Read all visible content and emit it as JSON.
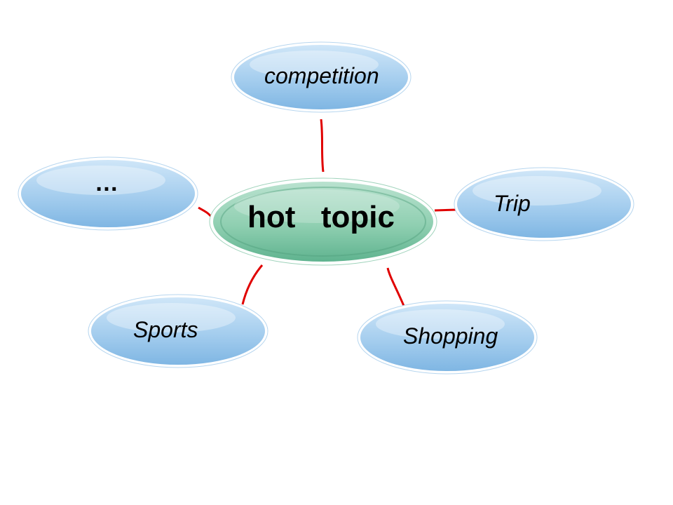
{
  "center": {
    "label": "hot  topic",
    "color": "#7cc5a4"
  },
  "nodes": [
    {
      "id": "competition",
      "label": "competition"
    },
    {
      "id": "trip",
      "label": "Trip"
    },
    {
      "id": "shopping",
      "label": "Shopping"
    },
    {
      "id": "sports",
      "label": "Sports"
    },
    {
      "id": "more",
      "label": "…"
    }
  ],
  "colors": {
    "leaf": "#a9d1ef",
    "connector": "#e00000"
  }
}
